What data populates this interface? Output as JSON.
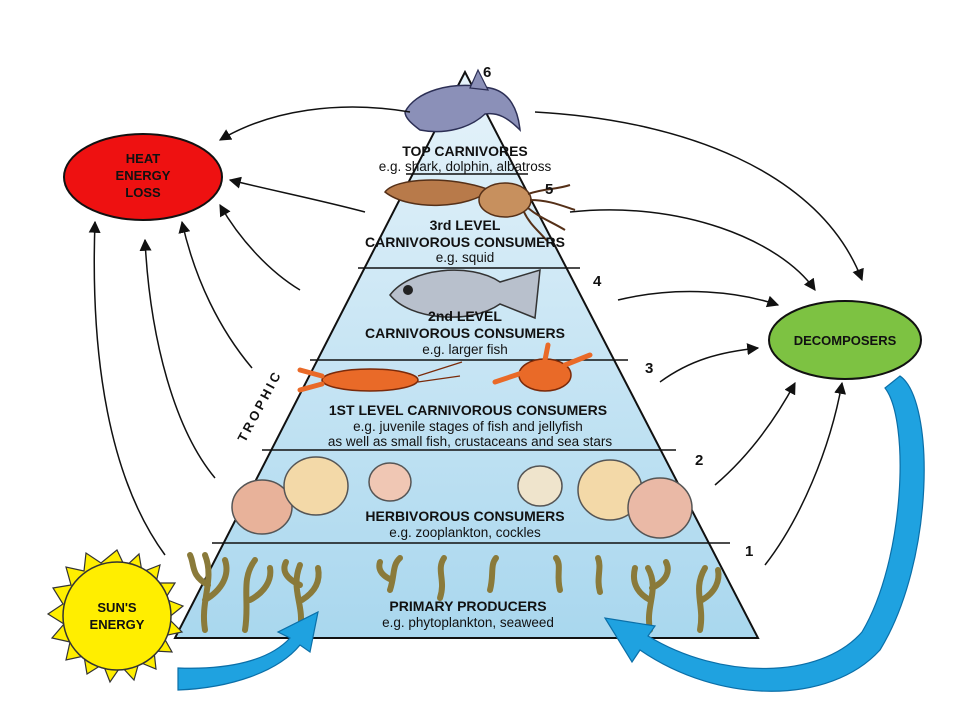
{
  "levels": [
    {
      "number": "1",
      "title": "PRIMARY PRODUCERS",
      "examples": [
        "e.g. phytoplankton, seaweed"
      ]
    },
    {
      "number": "2",
      "title": "HERBIVOROUS CONSUMERS",
      "examples": [
        "e.g. zooplankton, cockles"
      ]
    },
    {
      "number": "3",
      "title": "1ST LEVEL CARNIVOROUS CONSUMERS",
      "examples": [
        "e.g. juvenile stages of fish and jellyfish",
        "as well as small fish, crustaceans and sea stars"
      ]
    },
    {
      "number": "4",
      "title_lines": [
        "2nd LEVEL",
        "CARNIVOROUS CONSUMERS"
      ],
      "examples": [
        "e.g. larger fish"
      ]
    },
    {
      "number": "5",
      "title_lines": [
        "3rd LEVEL",
        "CARNIVOROUS CONSUMERS"
      ],
      "examples": [
        "e.g. squid"
      ]
    },
    {
      "number": "6",
      "title": "TOP CARNIVORES",
      "examples": [
        "e.g. shark, dolphin, albatross"
      ]
    }
  ],
  "heat": {
    "lines": [
      "HEAT",
      "ENERGY",
      "LOSS"
    ],
    "color": "#ee1111"
  },
  "decomposers": {
    "label": "DECOMPOSERS",
    "color": "#7dc242"
  },
  "sun": {
    "lines": [
      "SUN'S",
      "ENERGY"
    ],
    "color": "#ffee00"
  },
  "side_label": "TROPHIC",
  "colors": {
    "pyramid_top": "#e6f3fa",
    "pyramid_bottom": "#a9d7ee",
    "flow_arrow": "#1fa2e0"
  }
}
